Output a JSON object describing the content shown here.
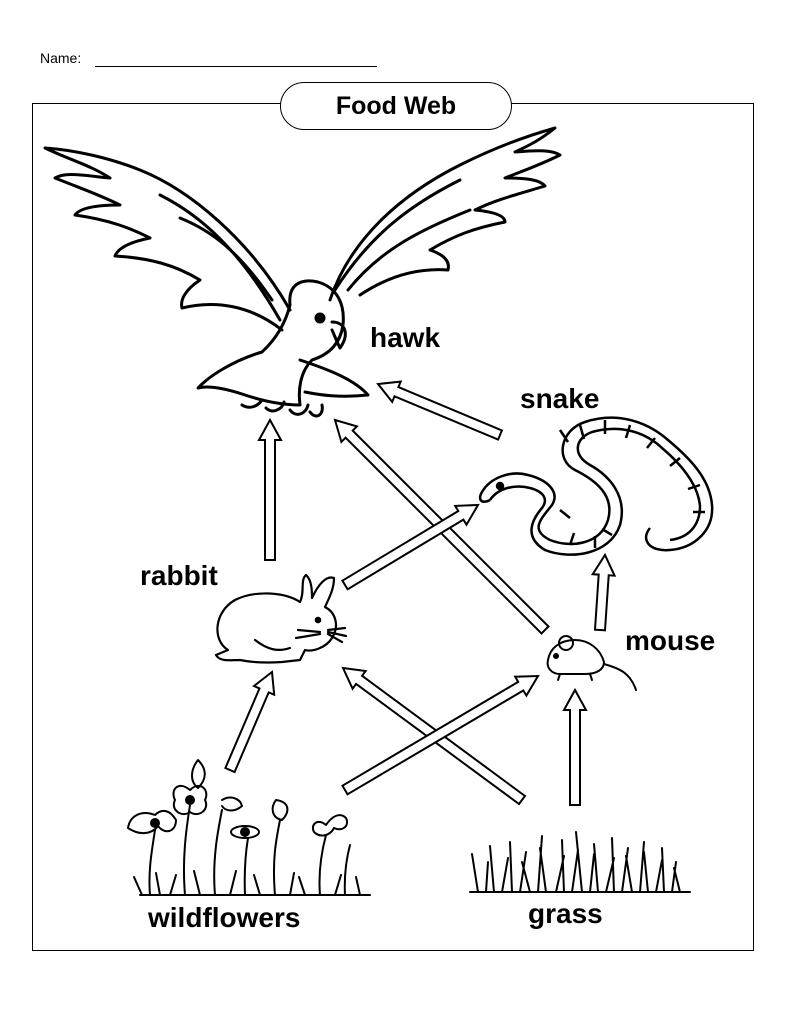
{
  "header": {
    "name_label": "Name:"
  },
  "title": "Food Web",
  "organisms": {
    "hawk": "hawk",
    "snake": "snake",
    "rabbit": "rabbit",
    "mouse": "mouse",
    "wildflowers": "wildflowers",
    "grass": "grass"
  },
  "arrows": [
    {
      "from": "rabbit",
      "to": "hawk"
    },
    {
      "from": "snake",
      "to": "hawk"
    },
    {
      "from": "mouse",
      "to": "hawk"
    },
    {
      "from": "rabbit",
      "to": "snake"
    },
    {
      "from": "mouse",
      "to": "snake"
    },
    {
      "from": "wildflowers",
      "to": "rabbit"
    },
    {
      "from": "grass",
      "to": "rabbit"
    },
    {
      "from": "wildflowers",
      "to": "mouse"
    },
    {
      "from": "grass",
      "to": "mouse"
    }
  ]
}
